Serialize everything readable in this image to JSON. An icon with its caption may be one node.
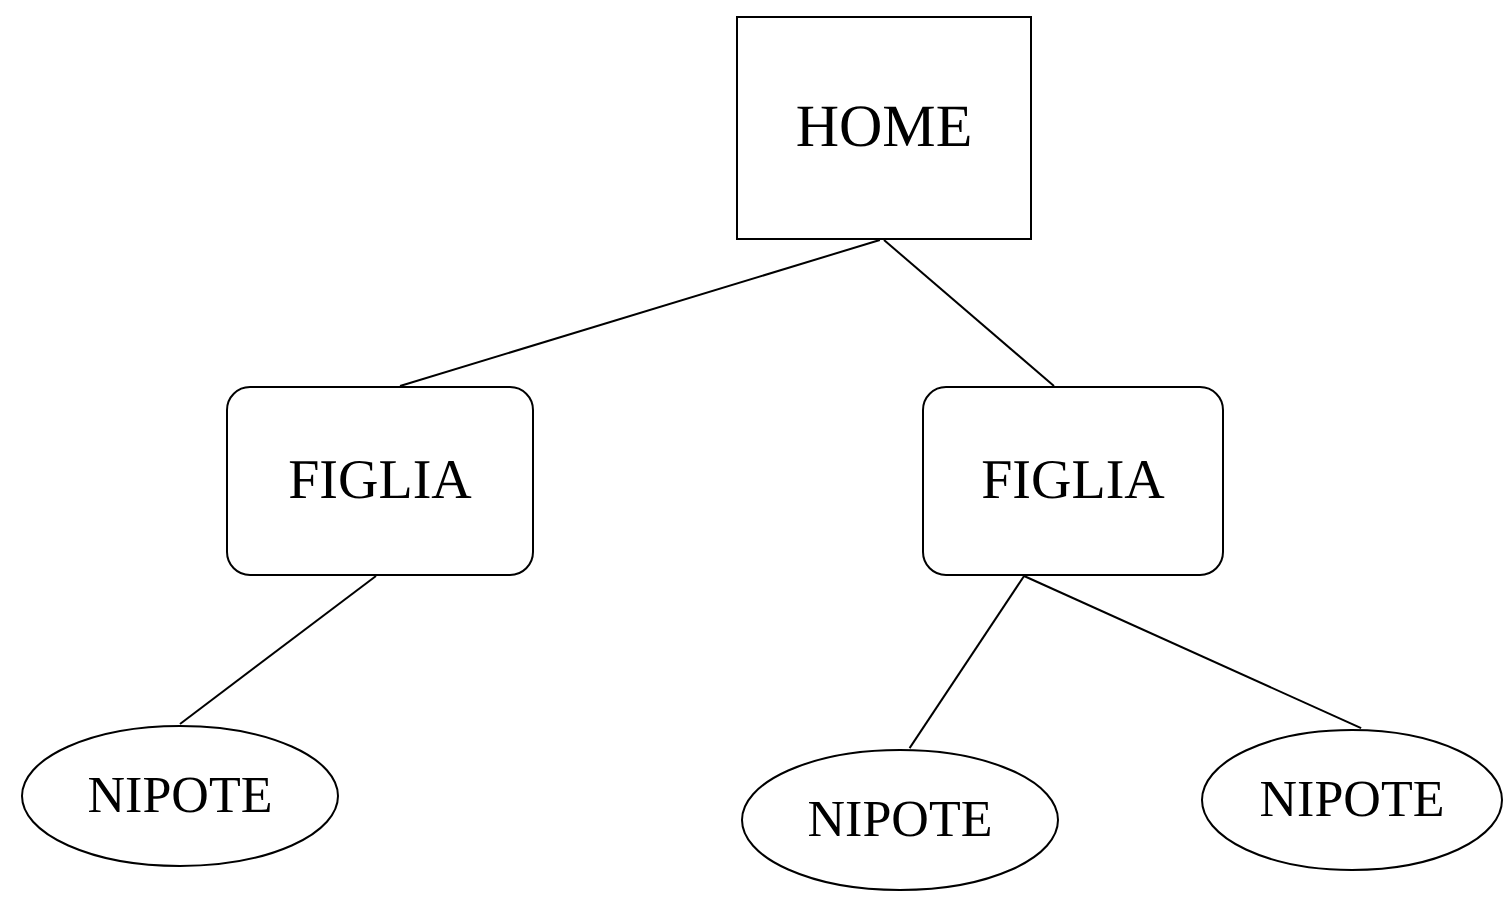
{
  "diagram": {
    "nodes": [
      {
        "text": [
          "HOME"
        ]
      },
      {
        "text": [
          "FIGLIA"
        ]
      },
      {
        "text": [
          "FIGLIA"
        ]
      },
      {
        "text": [
          "NIPOTE"
        ]
      },
      {
        "text": [
          "NIPOTE"
        ]
      },
      {
        "text": [
          "NIPOTE"
        ]
      }
    ],
    "edges": [
      {
        "from": 0,
        "to": 1,
        "arrow": "none"
      },
      {
        "from": 0,
        "to": 2,
        "arrow": "none"
      },
      {
        "from": 1,
        "to": 3,
        "arrow": "none"
      },
      {
        "from": 2,
        "to": 4,
        "arrow": "none"
      },
      {
        "from": 2,
        "to": 5,
        "arrow": "none"
      }
    ]
  }
}
